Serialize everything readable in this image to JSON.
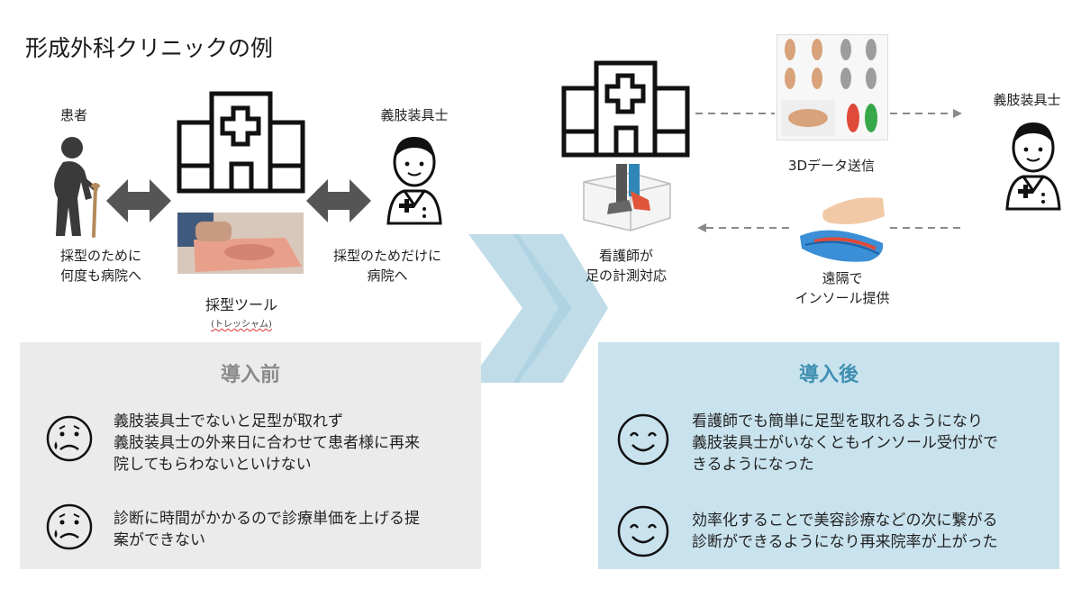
{
  "title": "形成外科クリニックの例",
  "before_flow": {
    "patient_label": "患者",
    "patient_caption_1": "採型のために",
    "patient_caption_2": "何度も病院へ",
    "tool_label": "採型ツール",
    "tool_sublabel": "(トレッシャム)",
    "prosthetist_label": "義肢装具士",
    "prosthetist_caption_1": "採型のためだけに",
    "prosthetist_caption_2": "病院へ"
  },
  "after_flow": {
    "nurse_caption_1": "看護師が",
    "nurse_caption_2": "足の計測対応",
    "send_label": "3Dデータ送信",
    "prosthetist_label": "義肢装具士",
    "remote_caption_1": "遠隔で",
    "remote_caption_2": "インソール提供"
  },
  "before_panel": {
    "heading": "導入前",
    "items": [
      {
        "lines": [
          "義肢装具士でないと足型が取れず",
          "義肢装具士の外来日に合わせて患者様に再来",
          "院してもらわないといけない"
        ],
        "icon": "sad-face-icon"
      },
      {
        "lines": [
          "診断に時間がかかるので診療単価を上げる提",
          "案ができない"
        ],
        "icon": "sad-face-icon"
      }
    ]
  },
  "after_panel": {
    "heading": "導入後",
    "items": [
      {
        "lines": [
          "看護師でも簡単に足型を取れるようになり",
          "義肢装具士がいなくともインソール受付がで",
          "きるようになった"
        ],
        "icon": "smile-face-icon"
      },
      {
        "lines": [
          "効率化することで美容診療などの次に繋がる",
          "診断ができるようになり再来院率が上がった"
        ],
        "icon": "smile-face-icon"
      }
    ]
  },
  "colors": {
    "before_bg": "#ebebeb",
    "after_bg": "#c9e3ee",
    "after_heading": "#3f8fb2",
    "chevron": "#a9d0e0"
  }
}
